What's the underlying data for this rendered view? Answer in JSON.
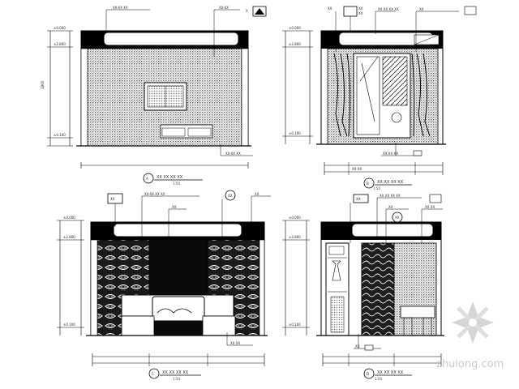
{
  "sheet": {
    "top_left": {
      "callouts": [
        "XX-XX XX",
        "XX-XX",
        "X",
        "XX-XX XX"
      ],
      "title": "XX XX XX XX",
      "scale": "1:50"
    },
    "top_right": {
      "callouts": [
        "XX",
        "XX",
        "XX",
        "XX XX XX XX",
        "XX",
        "XX XX XX",
        "XX XX"
      ],
      "title": "XX XX XX XX",
      "scale": "1:50"
    },
    "bottom_left": {
      "callouts": [
        "XX",
        "XX-XX XX XX",
        "XX",
        "XX",
        "XX",
        "XX XX"
      ],
      "title": "XX XX XX XX",
      "scale": "1:50"
    },
    "bottom_right": {
      "callouts": [
        "XX",
        "XX XX XX XX",
        "XX",
        "XX",
        "XX XX",
        "XX"
      ],
      "title": "XX XX XX XX",
      "scale": "1:50"
    }
  },
  "watermark": {
    "text": "zhulong.com",
    "logo": "zhulong-logo-icon"
  },
  "colors": {
    "line": "#000000",
    "hatch": "#555555",
    "watermark": "#bdbdbd"
  }
}
